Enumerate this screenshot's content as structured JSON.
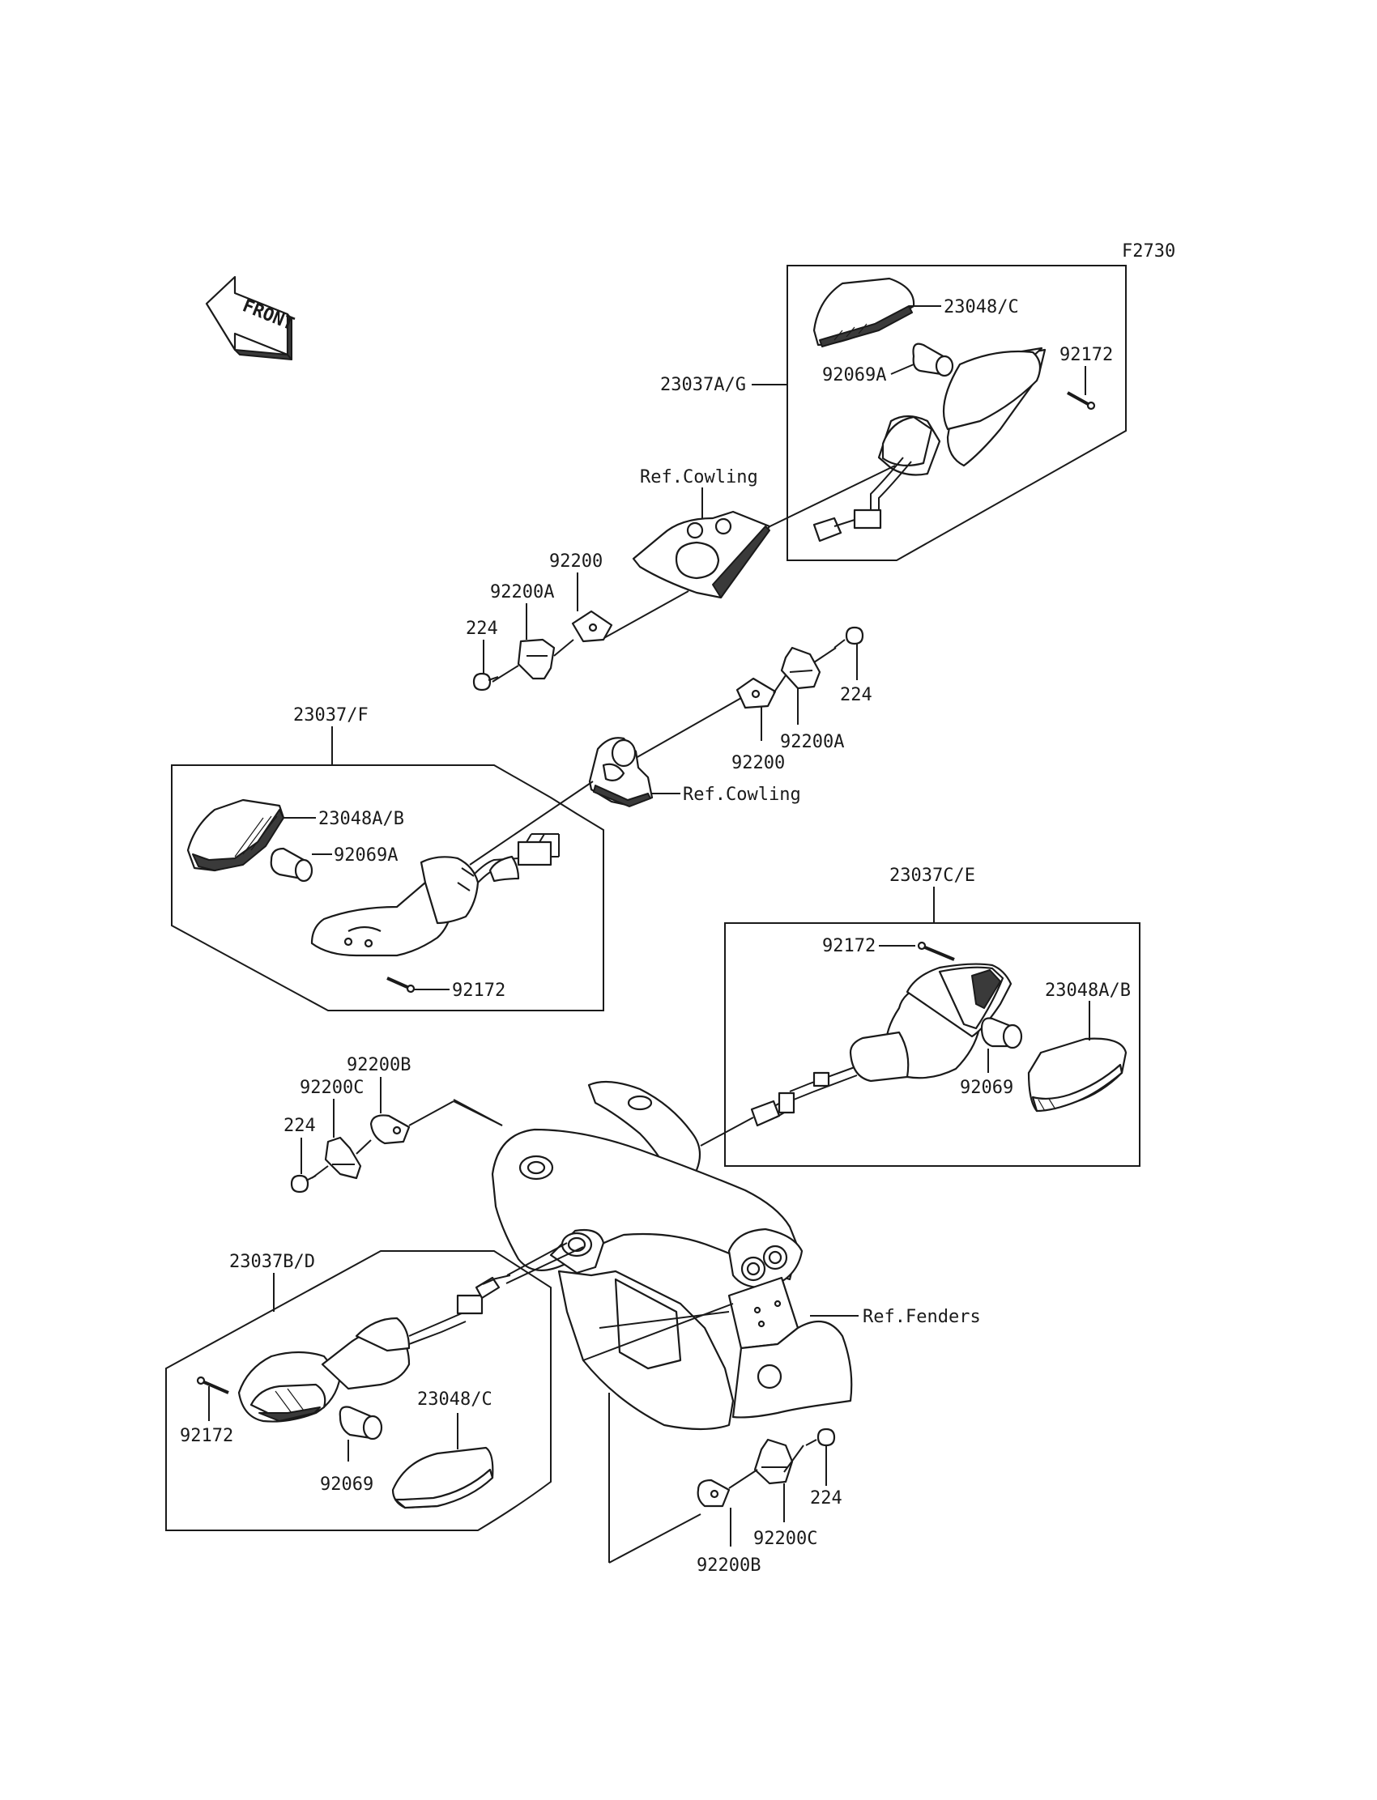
{
  "diagram_code": "F2730",
  "front_label": "FRONT",
  "colors": {
    "ink": "#1a1a1a",
    "shade": "#3a3a3a",
    "background": "#ffffff"
  },
  "labels": {
    "top_right_group": "23037A/G",
    "top_right_lens": "23048/C",
    "top_right_bulb": "92069A",
    "top_right_screw": "92172",
    "ref_cowling_top": "Ref.Cowling",
    "upper_washer": "92200",
    "upper_bracket": "92200A",
    "upper_bolt": "224",
    "mid_bolt": "224",
    "mid_bracket": "92200A",
    "mid_washer": "92200",
    "ref_cowling_mid": "Ref.Cowling",
    "left_group": "23037/F",
    "left_lens": "23048A/B",
    "left_bulb": "92069A",
    "left_screw": "92172",
    "right_group": "23037C/E",
    "right_screw": "92172",
    "right_lens": "23048A/B",
    "right_bulb": "92069",
    "rear_washer_b": "92200B",
    "rear_bracket_c": "92200C",
    "rear_bolt": "224",
    "bottom_group": "23037B/D",
    "bottom_screw": "92172",
    "bottom_bulb": "92069",
    "bottom_lens": "23048/C",
    "ref_fenders": "Ref.Fenders",
    "br_bolt": "224",
    "br_bracket_c": "92200C",
    "br_washer_b": "92200B"
  }
}
